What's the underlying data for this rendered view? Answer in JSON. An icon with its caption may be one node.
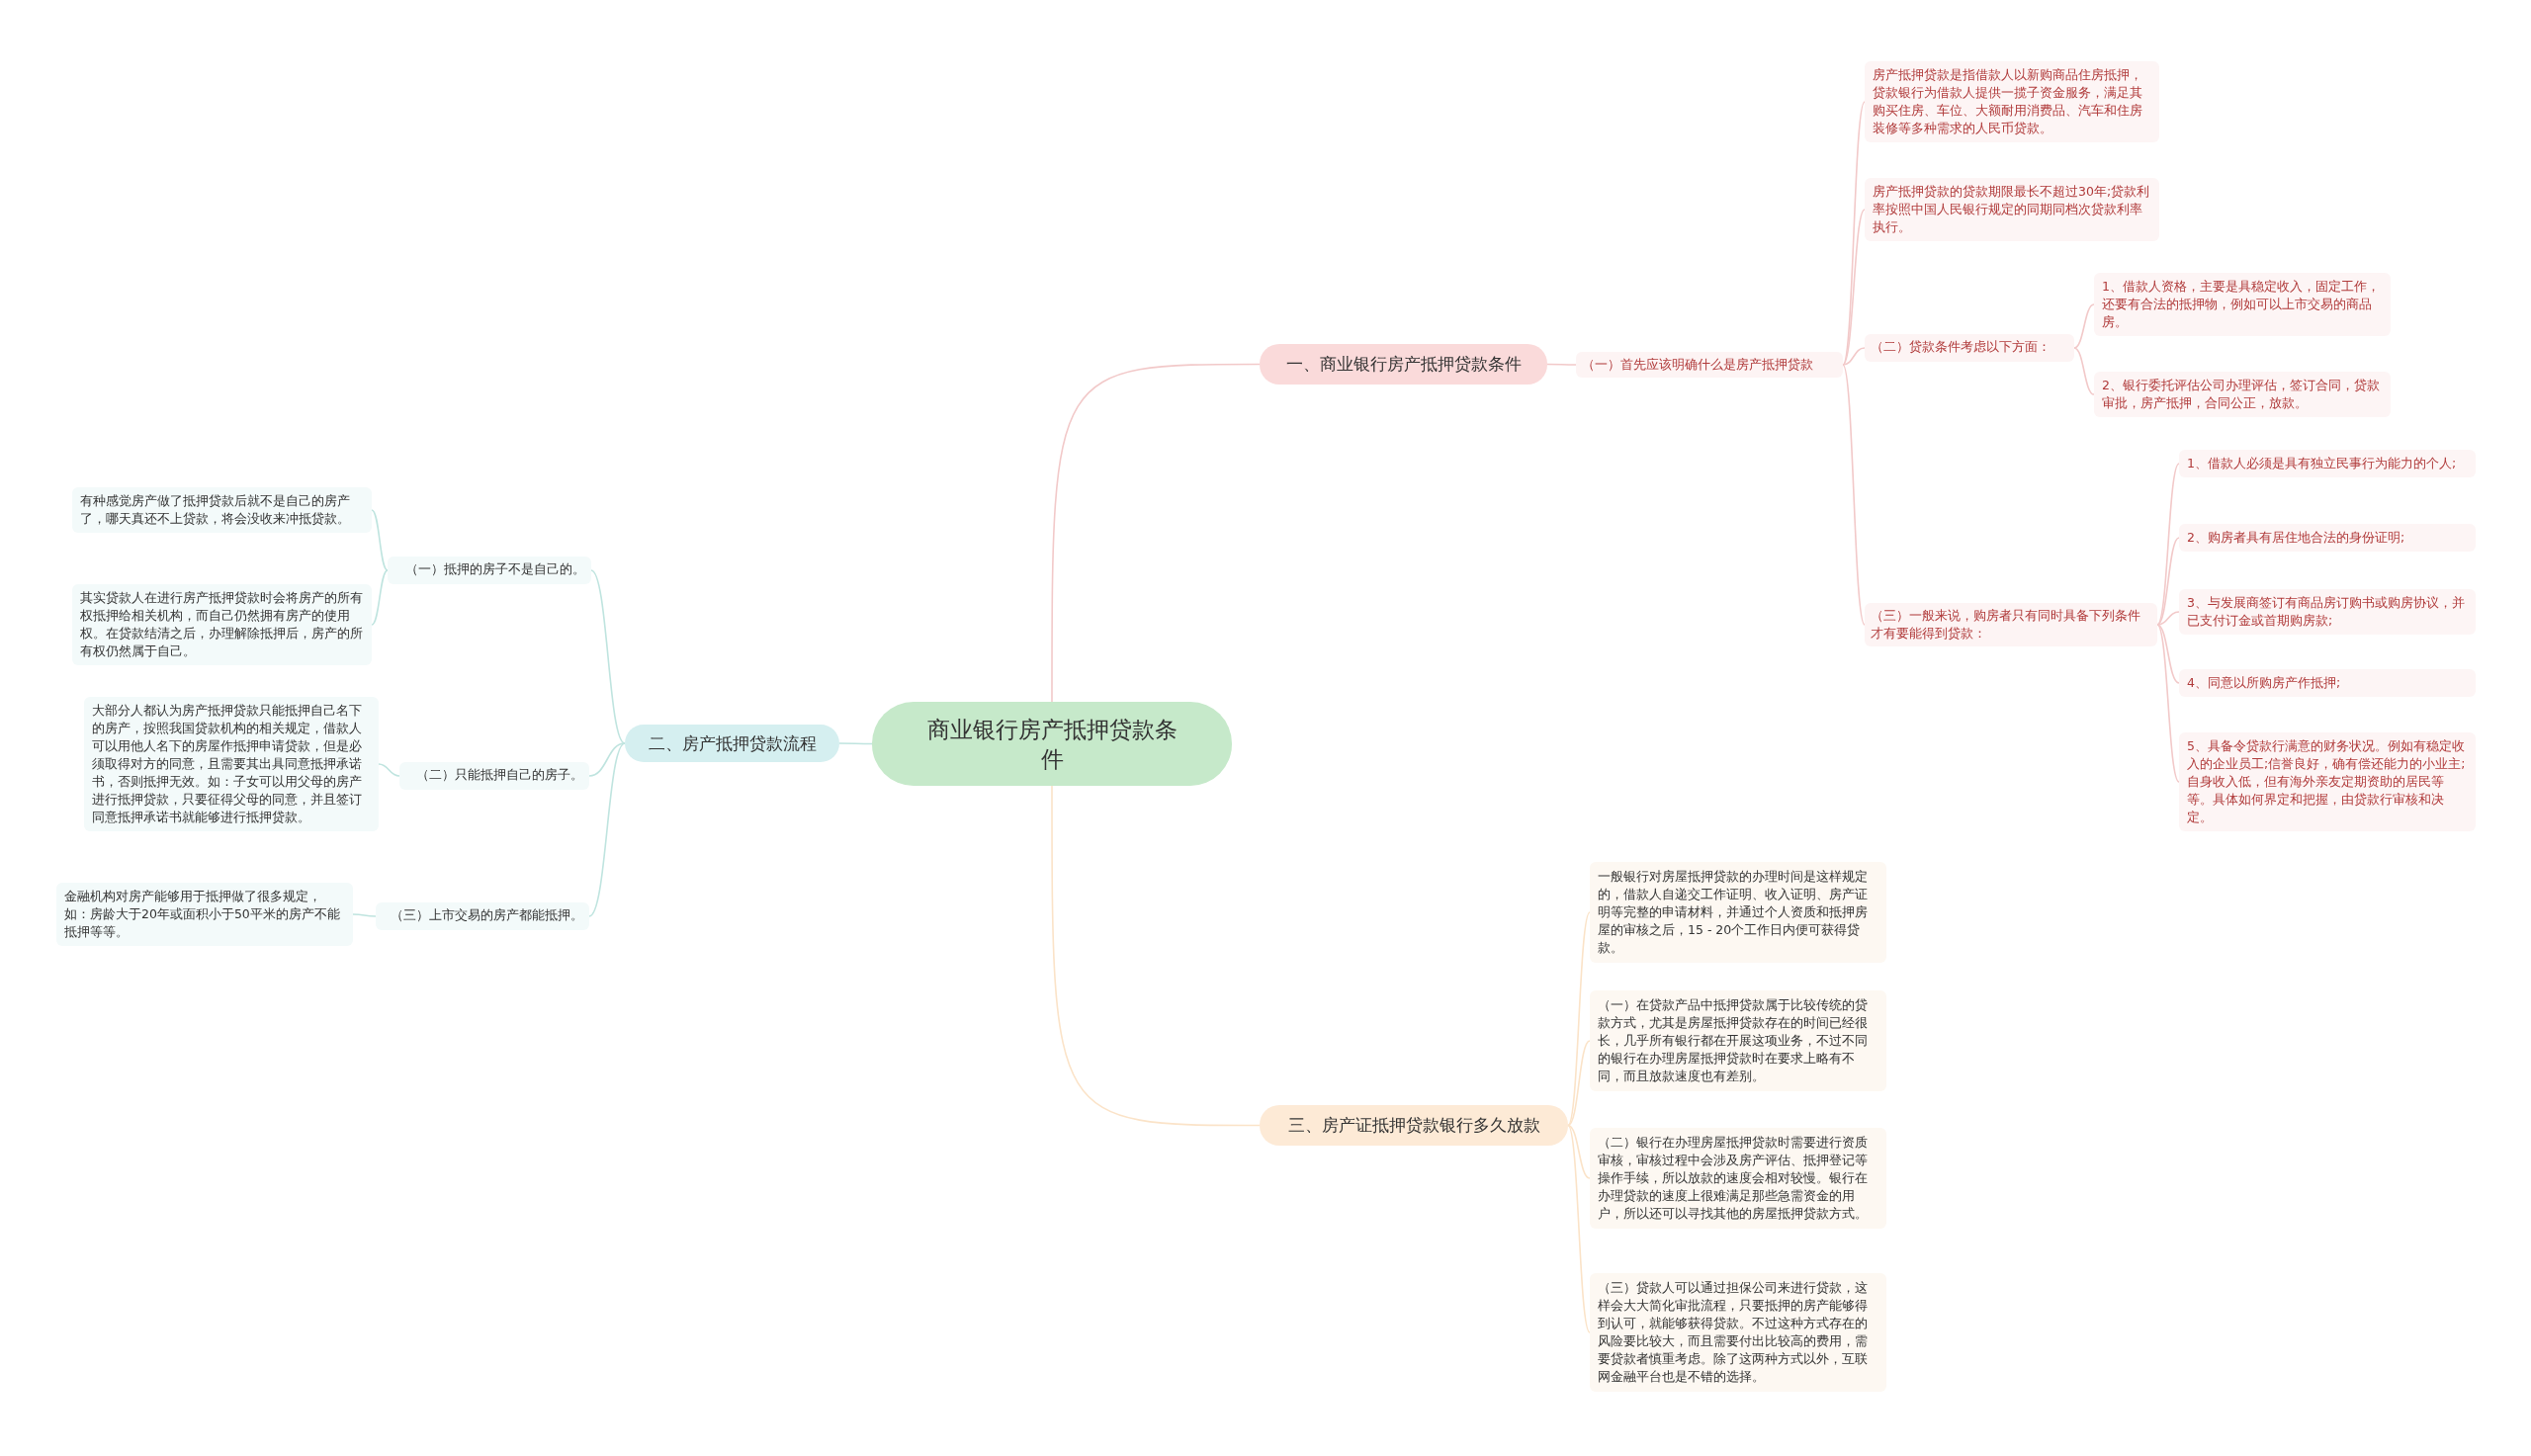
{
  "diagram": {
    "nodes": [
      {
        "text": [
          "商业银行房产抵押贷款条件"
        ]
      },
      {
        "text": [
          "一、商业银行房产抵押贷款条件"
        ]
      },
      {
        "text": [
          "（一）首先应该明确什么是房产抵押贷款"
        ]
      },
      {
        "text": [
          "房产抵押贷款是指借款人以新购商品住房抵押，贷款银行为借款人提供一揽子资金服务，满足其购买住房、车位、大额耐用消费品、汽车和住房装修等多种需求的人民币贷款。"
        ]
      },
      {
        "text": [
          "房产抵押贷款的贷款期限最长不超过30年;贷款利率按照中国人民银行规定的同期同档次贷款利率执行。"
        ]
      },
      {
        "text": [
          "（二）贷款条件考虑以下方面："
        ]
      },
      {
        "text": [
          "1、借款人资格，主要是具稳定收入，固定工作，还要有合法的抵押物，例如可以上市交易的商品房。"
        ]
      },
      {
        "text": [
          "2、银行委托评估公司办理评估，签订合同，贷款审批，房产抵押，合同公正，放款。"
        ]
      },
      {
        "text": [
          "（三）一般来说，购房者只有同时具备下列条件才有要能得到贷款："
        ]
      },
      {
        "text": [
          "1、借款人必须是具有独立民事行为能力的个人;"
        ]
      },
      {
        "text": [
          "2、购房者具有居住地合法的身份证明;"
        ]
      },
      {
        "text": [
          "3、与发展商签订有商品房订购书或购房协议，并已支付订金或首期购房款;"
        ]
      },
      {
        "text": [
          "4、同意以所购房产作抵押;"
        ]
      },
      {
        "text": [
          "5、具备令贷款行满意的财务状况。例如有稳定收入的企业员工;信誉良好，确有偿还能力的小业主;自身收入低，但有海外亲友定期资助的居民等等。具体如何界定和把握，由贷款行审核和决定。"
        ]
      },
      {
        "text": [
          "二、房产抵押贷款流程"
        ]
      },
      {
        "text": [
          "（一）抵押的房子不是自己的。"
        ]
      },
      {
        "text": [
          "有种感觉房产做了抵押贷款后就不是自己的房产了，哪天真还不上贷款，将会没收来冲抵贷款。"
        ]
      },
      {
        "text": [
          "其实贷款人在进行房产抵押贷款时会将房产的所有权抵押给相关机构，而自己仍然拥有房产的使用权。在贷款结清之后，办理解除抵押后，房产的所有权仍然属于自己。"
        ]
      },
      {
        "text": [
          "（二）只能抵押自己的房子。"
        ]
      },
      {
        "text": [
          "大部分人都认为房产抵押贷款只能抵押自己名下的房产，按照我国贷款机构的相关规定，借款人可以用他人名下的房屋作抵押申请贷款，但是必须取得对方的同意，且需要其出具同意抵押承诺书，否则抵押无效。如：子女可以用父母的房产进行抵押贷款，只要征得父母的同意，并且签订同意抵押承诺书就能够进行抵押贷款。"
        ]
      },
      {
        "text": [
          "（三）上市交易的房产都能抵押。"
        ]
      },
      {
        "text": [
          "金融机构对房产能够用于抵押做了很多规定，如：房龄大于20年或面积小于50平米的房产不能抵押等等。"
        ]
      },
      {
        "text": [
          "三、房产证抵押贷款银行多久放款"
        ]
      },
      {
        "text": [
          "一般银行对房屋抵押贷款的办理时间是这样规定的，借款人自递交工作证明、收入证明、房产证明等完整的申请材料，并通过个人资质和抵押房屋的审核之后，15 - 20个工作日内便可获得贷款。"
        ]
      },
      {
        "text": [
          "（一）在贷款产品中抵押贷款属于比较传统的贷款方式，尤其是房屋抵押贷款存在的时间已经很长，几乎所有银行都在开展这项业务，不过不同的银行在办理房屋抵押贷款时在要求上略有不同，而且放款速度也有差别。"
        ]
      },
      {
        "text": [
          "（二）银行在办理房屋抵押贷款时需要进行资质审核，审核过程中会涉及房产评估、抵押登记等操作手续，所以放款的速度会相对较慢。银行在办理贷款的速度上很难满足那些急需资金的用户，所以还可以寻找其他的房屋抵押贷款方式。"
        ]
      },
      {
        "text": [
          "（三）贷款人可以通过担保公司来进行贷款，这样会大大简化审批流程，只要抵押的房产能够得到认可，就能够获得贷款。不过这种方式存在的风险要比较大，而且需要付出比较高的费用，需要贷款者慎重考虑。除了这两种方式以外，互联网金融平台也是不错的选择。"
        ]
      }
    ],
    "edges": [
      {
        "from": 0,
        "to": 1,
        "arrow": "none"
      },
      {
        "from": 1,
        "to": 2,
        "arrow": "none"
      },
      {
        "from": 2,
        "to": 3,
        "arrow": "none"
      },
      {
        "from": 2,
        "to": 4,
        "arrow": "none"
      },
      {
        "from": 2,
        "to": 5,
        "arrow": "none"
      },
      {
        "from": 5,
        "to": 6,
        "arrow": "none"
      },
      {
        "from": 5,
        "to": 7,
        "arrow": "none"
      },
      {
        "from": 2,
        "to": 8,
        "arrow": "none"
      },
      {
        "from": 8,
        "to": 9,
        "arrow": "none"
      },
      {
        "from": 8,
        "to": 10,
        "arrow": "none"
      },
      {
        "from": 8,
        "to": 11,
        "arrow": "none"
      },
      {
        "from": 8,
        "to": 12,
        "arrow": "none"
      },
      {
        "from": 8,
        "to": 13,
        "arrow": "none"
      },
      {
        "from": 0,
        "to": 14,
        "arrow": "none",
        "color": "#bfe4df"
      },
      {
        "from": 14,
        "to": 15,
        "arrow": "none",
        "color": "#bfe4df"
      },
      {
        "from": 15,
        "to": 16,
        "arrow": "none",
        "color": "#bfe4df"
      },
      {
        "from": 15,
        "to": 17,
        "arrow": "none",
        "color": "#bfe4df"
      },
      {
        "from": 14,
        "to": 18,
        "arrow": "none",
        "color": "#bfe4df"
      },
      {
        "from": 18,
        "to": 19,
        "arrow": "none",
        "color": "#bfe4df"
      },
      {
        "from": 14,
        "to": 20,
        "arrow": "none",
        "color": "#bfe4df"
      },
      {
        "from": 20,
        "to": 21,
        "arrow": "none",
        "color": "#bfe4df"
      },
      {
        "from": 0,
        "to": 22,
        "arrow": "none",
        "color": "#fbe3c8"
      },
      {
        "from": 22,
        "to": 23,
        "arrow": "none",
        "color": "#fbe3c8"
      },
      {
        "from": 22,
        "to": 24,
        "arrow": "none",
        "color": "#fbe3c8"
      },
      {
        "from": 22,
        "to": 25,
        "arrow": "none",
        "color": "#fbe3c8"
      },
      {
        "from": 22,
        "to": 26,
        "arrow": "none",
        "color": "#fbe3c8"
      }
    ]
  }
}
